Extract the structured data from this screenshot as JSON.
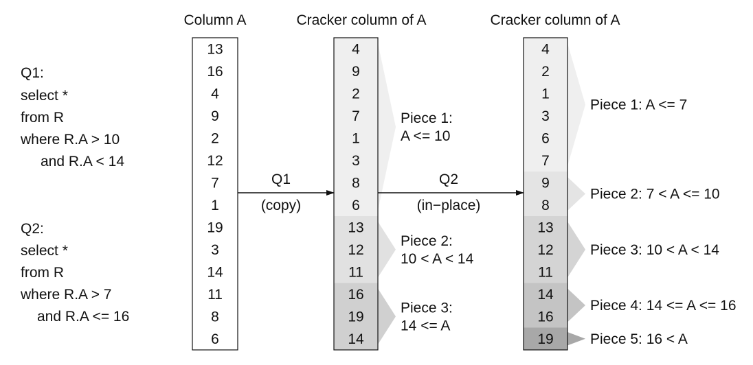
{
  "column_a": {
    "title": "Column A",
    "values": [
      "13",
      "16",
      "4",
      "9",
      "2",
      "12",
      "7",
      "1",
      "19",
      "3",
      "14",
      "11",
      "8",
      "6"
    ]
  },
  "cracker1": {
    "title": "Cracker column of A",
    "values": [
      "4",
      "9",
      "2",
      "7",
      "1",
      "3",
      "8",
      "6",
      "13",
      "12",
      "11",
      "16",
      "19",
      "14"
    ],
    "pieces": [
      {
        "label_lines": [
          "Piece 1:",
          "A <= 10"
        ],
        "start": 0,
        "end": 8,
        "color": "#efefef"
      },
      {
        "label_lines": [
          "Piece 2:",
          "10 < A < 14"
        ],
        "start": 8,
        "end": 11,
        "color": "#e1e1e1"
      },
      {
        "label_lines": [
          "Piece 3:",
          "14 <= A"
        ],
        "start": 11,
        "end": 14,
        "color": "#d0d0d0"
      }
    ]
  },
  "cracker2": {
    "title": "Cracker column of A",
    "values": [
      "4",
      "2",
      "1",
      "3",
      "6",
      "7",
      "9",
      "8",
      "13",
      "12",
      "11",
      "14",
      "16",
      "19"
    ],
    "pieces": [
      {
        "label_lines": [
          "Piece 1: A <= 7"
        ],
        "start": 0,
        "end": 6,
        "color": "#efefef"
      },
      {
        "label_lines": [
          "Piece 2: 7 < A <= 10"
        ],
        "start": 6,
        "end": 8,
        "color": "#e4e4e4"
      },
      {
        "label_lines": [
          "Piece 3: 10 < A < 14"
        ],
        "start": 8,
        "end": 11,
        "color": "#d4d4d4"
      },
      {
        "label_lines": [
          "Piece 4: 14 <= A <= 16"
        ],
        "start": 11,
        "end": 13,
        "color": "#c4c4c4"
      },
      {
        "label_lines": [
          "Piece 5: 16 < A"
        ],
        "start": 13,
        "end": 14,
        "color": "#a8a8a8"
      }
    ]
  },
  "queries": {
    "q1": [
      "Q1:",
      "select *",
      "from R",
      "where R.A > 10",
      "and R.A < 14"
    ],
    "q2": [
      "Q2:",
      "select *",
      "from R",
      "where R.A > 7",
      "and R.A <= 16"
    ]
  },
  "arrows": {
    "a1": {
      "name": "Q1",
      "mode": "(copy)"
    },
    "a2": {
      "name": "Q2",
      "mode": "(in−place)"
    }
  }
}
